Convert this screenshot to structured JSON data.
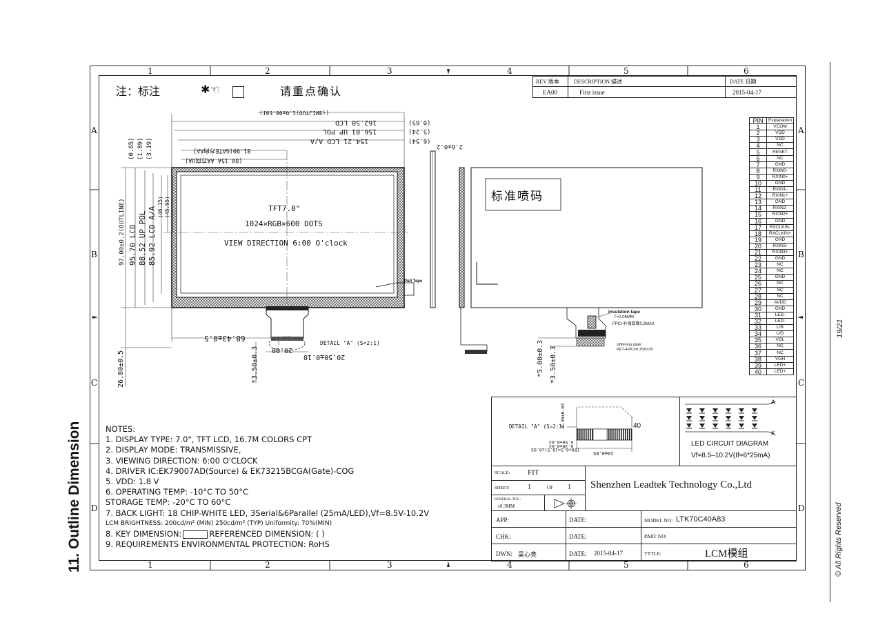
{
  "page": {
    "side_title": "11. Outline Dimension",
    "rights": "© All Rights Reserved",
    "page_number": "19/21"
  },
  "zones": {
    "columns": [
      "1",
      "2",
      "3",
      "4",
      "5",
      "6"
    ],
    "rows": [
      "A",
      "B",
      "C",
      "D"
    ]
  },
  "header_note": {
    "mark_label": "注：标注",
    "confirm_text": "请重点确认"
  },
  "revision": {
    "headers": {
      "rev": "REV 版本",
      "desc": "DESCRIPTION 描述",
      "date": "DATE 日期"
    },
    "rows": [
      {
        "rev": "EA00",
        "desc": "First issue",
        "date": "2015-04-17"
      }
    ]
  },
  "drawing": {
    "front": {
      "dim_outline_w": "(163.80±0.2(OUTLINE))",
      "dim_lcd_w": "162.50 LCD",
      "dim_up_pol": "156.81 UP POL",
      "dim_lcd_aa": "154.21 LCD A/A",
      "dim_pol_aa": "81.90(GATE方向AA)",
      "dim_pol_aa2": "(80.15A AA方向UA)",
      "dim_right_1": "(0.65)",
      "dim_right_2": "(5.24)",
      "dim_right_3": "(6.54)",
      "dim_left_1": "(0.65)",
      "dim_left_2": "(1.89)",
      "dim_left_3": "(3.19)",
      "dim_outline_h": "97.00±0.2(OUTLINE)",
      "dim_lcd_h": "95.70 LCD",
      "dim_up_pol_h": "88.52 UP POL",
      "dim_lcd_aa_h": "85.92 LCD A/A",
      "dim_h_small1": "(46.15)",
      "dim_h_small2": "(45.95)",
      "tft_size": "TFT7.0\"",
      "resolution": "1024×RGB×600 DOTS",
      "view_direction": "VIEW DIRECTION 6:00 O'clock",
      "fpc_offset": "68.43±0.5",
      "fpc_height": "26.80±0.5",
      "fpc_width": "20.50±0.10",
      "fpc_pitch": "20.00",
      "fpc_tail": "*3.50±0.3",
      "detail_a": "DETAIL \"A\" (S=2:1)",
      "pull_tape": "Pull Tape"
    },
    "side": {
      "thickness": "2.6±0.2"
    },
    "back": {
      "stamp": "标准喷码",
      "insulation_tape": "Insulation tape",
      "insulation_t": "T=0.06MM",
      "fpc_note": "FPC+补强厚度0.3MAX",
      "stiffening": "stiffening plate:",
      "stiffening_spec": "PET+FPC=0.30±0.05",
      "dim_a": "*5.00±0.3",
      "dim_b": "*3.50±0.3"
    },
    "detail": {
      "label": "DETAIL \"A\" (S=2:1)",
      "pin_count": "40",
      "dim_top": "0.30±0.03",
      "dim_pitch": "0.50±0.03",
      "dim_w": "0.30±0.03",
      "dim_span": "(39×0.5=19.5)±0.05",
      "dim_total": "10±0.05"
    },
    "led": {
      "label_a": "A",
      "label_k": "K",
      "title": "LED CIRCUIT DIAGRAM",
      "spec": "Vf=8.5–10.2V(If=6*25mA)"
    }
  },
  "pins": {
    "headers": [
      "PIN",
      "Explanation"
    ],
    "rows": [
      [
        "1",
        "VCOM"
      ],
      [
        "2",
        "VDD"
      ],
      [
        "3",
        "VDD"
      ],
      [
        "4",
        "NC"
      ],
      [
        "5",
        "RESET"
      ],
      [
        "6",
        "NC"
      ],
      [
        "7",
        "GND"
      ],
      [
        "8",
        "RXIN0-"
      ],
      [
        "9",
        "RXIN0+"
      ],
      [
        "10",
        "GND"
      ],
      [
        "11",
        "RXIN1-"
      ],
      [
        "12",
        "RXIN1+"
      ],
      [
        "13",
        "GND"
      ],
      [
        "14",
        "RXIN2-"
      ],
      [
        "15",
        "RXIN2+"
      ],
      [
        "16",
        "GND"
      ],
      [
        "17",
        "RXCLKIN-"
      ],
      [
        "18",
        "RXCLKIN+"
      ],
      [
        "19",
        "GND"
      ],
      [
        "20",
        "RXIN3-"
      ],
      [
        "21",
        "RXIN3+"
      ],
      [
        "22",
        "GND"
      ],
      [
        "23",
        "NC"
      ],
      [
        "24",
        "NC"
      ],
      [
        "25",
        "GND"
      ],
      [
        "26",
        "NC"
      ],
      [
        "27",
        "NC"
      ],
      [
        "28",
        "NC"
      ],
      [
        "29",
        "AVDD"
      ],
      [
        "30",
        "GND"
      ],
      [
        "31",
        "LED-"
      ],
      [
        "32",
        "LED-"
      ],
      [
        "33",
        "L/R"
      ],
      [
        "34",
        "U/D"
      ],
      [
        "35",
        "VGL"
      ],
      [
        "36",
        "NC"
      ],
      [
        "37",
        "NC"
      ],
      [
        "38",
        "VGH"
      ],
      [
        "39",
        "LED+"
      ],
      [
        "40",
        "LED+"
      ]
    ]
  },
  "notes": {
    "title": "NOTES:",
    "items": [
      "1. DISPLAY TYPE:  7.0\", TFT LCD, 16.7M COLORS  CPT",
      "2. DISPLAY MODE:  TRANSMISSIVE,",
      "3. VIEWING DIRECTION: 6:00 O'CLOCK",
      "4. DRIVER IC:EK79007AD(Source) & EK73215BCGA(Gate)-COG",
      "5. VDD: 1.8 V",
      "6. OPERATING TEMP: -10°C TO 50°C",
      "    STORAGE TEMP: -20°C TO 60°C",
      "7. BACK LIGHT:  18 CHIP-WHITE LED, 3Serial&6Parallel (25mA/LED),Vf=8.5V-10.2V",
      "    LCM BRIGHTNESS: 200cd/m² (MIN) 250cd/m² (TYP) Uniformity: 70%(MIN)",
      "8. KEY DIMENSION:",
      "REFERENCED DIMENSION: (   )",
      "9. REQUIREMENTS ENVIRONMENTAL PROTECTION: RoHS"
    ]
  },
  "title_block": {
    "scale_label": "SCALE:",
    "scale_value": "FIT",
    "sheet_label": "SHEET:",
    "sheet_no": "1",
    "sheet_of": "OF",
    "sheet_total": "1",
    "tol_label": "GENERAL TOL:",
    "tol_value": "±0.3MM",
    "company": "Shenzhen Leadtek Technology Co.,Ltd",
    "app_label": "APP:",
    "chk_label": "CHK:",
    "dwn_label": "DWN:",
    "dwn_value": "吴心亮",
    "date_label_1": "DATE:",
    "date_label_2": "DATE:",
    "date_label_3": "DATE:",
    "date_value": "2015-04-17",
    "model_label": "MODEL NO:",
    "model_value": "LTK70C40A83",
    "part_label": "PART NO:",
    "title_label": "TTTLE:",
    "title_value": "LCM模组"
  }
}
